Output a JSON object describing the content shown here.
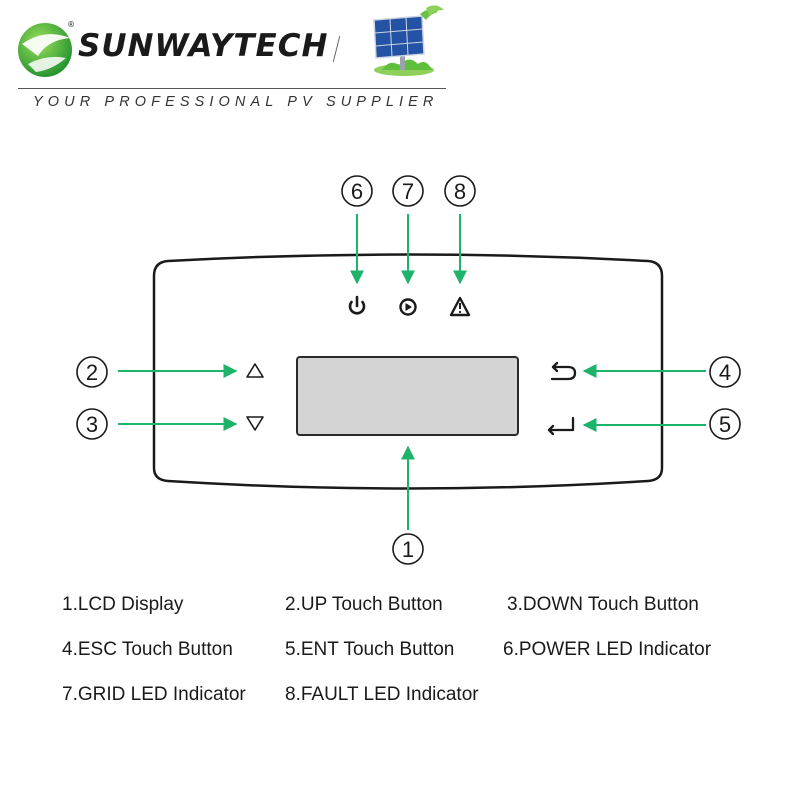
{
  "header": {
    "brand_name": "SUNWAYTECH",
    "registered_mark": "®",
    "tagline": "YOUR PROFESSIONAL PV SUPPLIER"
  },
  "callouts": {
    "c1": "1",
    "c2": "2",
    "c3": "3",
    "c4": "4",
    "c5": "5",
    "c6": "6",
    "c7": "7",
    "c8": "8"
  },
  "legend": {
    "item1": "1.LCD Display",
    "item2": "2.UP Touch Button",
    "item3": "3.DOWN Touch Button",
    "item4": "4.ESC Touch Button",
    "item5": "5.ENT Touch Button",
    "item6": "6.POWER LED Indicator",
    "item7": "7.GRID LED Indicator",
    "item8": "8.FAULT LED Indicator"
  },
  "colors": {
    "arrow": "#1db36b",
    "logo_green": "#2fae3a",
    "lcd_fill": "#d4d4d4",
    "panel_stroke": "#1a1a1a"
  }
}
